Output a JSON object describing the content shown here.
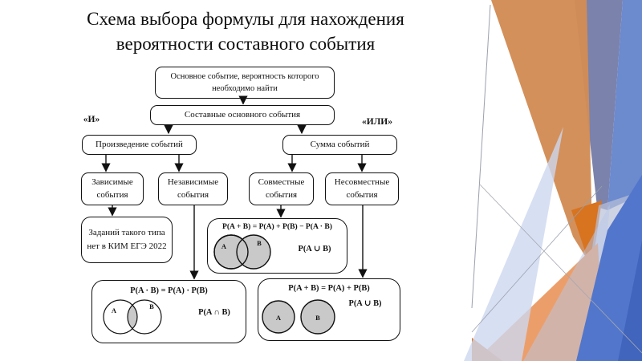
{
  "slide": {
    "title": "Схема выбора формулы для нахождения вероятности составного события"
  },
  "labels": {
    "and": "«И»",
    "or": "«ИЛИ»"
  },
  "boxes": {
    "main_event": "Основное событие, вероятность которого необходимо найти",
    "compound": "Составные основного события",
    "product": "Произведение событий",
    "sum": "Сумма событий",
    "dependent": "Зависимые события",
    "independent": "Независимые события",
    "joint": "Совместные события",
    "disjoint": "Несовместные события",
    "no_tasks": "Заданий такого типа нет в КИМ ЕГЭ 2022"
  },
  "formulas": {
    "joint": {
      "equation": "P(A + B) = P(A) + P(B) − P(A · B)",
      "set_notation": "P(A ∪ B)",
      "circle_a": "A",
      "circle_b": "B"
    },
    "independent": {
      "equation": "P(A · B) = P(A) · P(B)",
      "set_notation": "P(A ∩ B)",
      "circle_a": "A",
      "circle_b": "B"
    },
    "disjoint": {
      "equation": "P(A + B) = P(A) + P(B)",
      "set_notation": "P(A ∪ B)",
      "circle_a": "A",
      "circle_b": "B"
    }
  },
  "palette": {
    "box_border": "#111111",
    "venn_fill": "#c9c9c9",
    "decor_orange": "#d28c55",
    "decor_salmon": "#ec9e6a",
    "decor_dark_orange": "#d8731f",
    "decor_slate": "#7b82ab",
    "decor_light_blue": "#cdd7ef",
    "decor_bright_blue": "#5276cb"
  }
}
